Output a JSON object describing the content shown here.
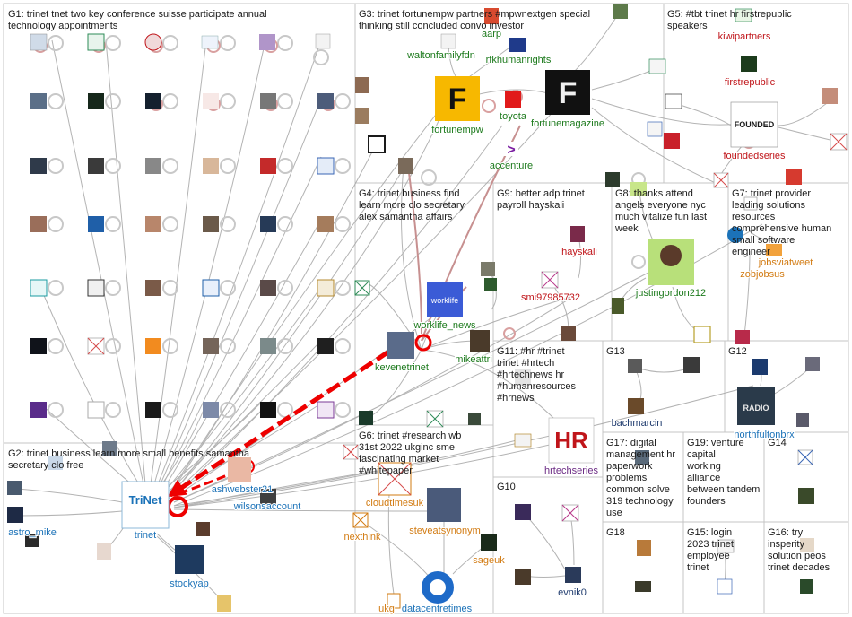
{
  "colors": {
    "edge": "#a6a6a6",
    "strong_edge": "#ee0000",
    "box": "#c4c4c4",
    "label_green": "#1c7a1c",
    "label_blue": "#1b72b8",
    "label_red": "#c0151a",
    "label_orange": "#d27b12",
    "label_purple": "#6b2a84",
    "label_navy": "#1f3b6e"
  },
  "groups": [
    {
      "id": "G1",
      "label": "G1: trinet tnet two key conference suisse participate annual technology appointments"
    },
    {
      "id": "G2",
      "label": "G2: trinet business learn more small benefits samantha secretary clo free"
    },
    {
      "id": "G3",
      "label": "G3: trinet fortunempw partners #mpwnextgen special thinking still concluded convo investor"
    },
    {
      "id": "G4",
      "label": "G4: trinet business find learn more clo secretary alex samantha affairs"
    },
    {
      "id": "G5",
      "label": "G5: #tbt trinet hr firstrepublic speakers"
    },
    {
      "id": "G6",
      "label": "G6: trinet #research wb 31st 2022 ukginc sme fascinating market #whitepaper"
    },
    {
      "id": "G7",
      "label": "G7: trinet provider leading solutions resources comprehensive human small software engineer"
    },
    {
      "id": "G8",
      "label": "G8: thanks attend angels everyone nyc much vitalize fun last week"
    },
    {
      "id": "G9",
      "label": "G9: better adp trinet payroll hayskali"
    },
    {
      "id": "G10",
      "label": "G10"
    },
    {
      "id": "G11",
      "label": "G11: #hr #trinet trinet #hrtech #hrtechnews hr #humanresources #hrnews"
    },
    {
      "id": "G12",
      "label": "G12"
    },
    {
      "id": "G13",
      "label": "G13"
    },
    {
      "id": "G14",
      "label": "G14"
    },
    {
      "id": "G15",
      "label": "G15: login 2023 trinet employee trinet"
    },
    {
      "id": "G16",
      "label": "G16: try insperity solution peos trinet decades"
    },
    {
      "id": "G17",
      "label": "G17: digital management hr paperwork problems common solve 319 technology use"
    },
    {
      "id": "G18",
      "label": "G18"
    },
    {
      "id": "G19",
      "label": "G19: venture capital working alliance between tandem founders"
    }
  ],
  "nodes": [
    {
      "id": "trinet",
      "label": "trinet",
      "color": "label_blue",
      "icon": "trinet-logo"
    },
    {
      "id": "astro_mike",
      "label": "astro_mike",
      "color": "label_blue",
      "icon": "astronaut-photo"
    },
    {
      "id": "stockyap",
      "label": "stockyap",
      "color": "label_blue",
      "icon": "stock-logo"
    },
    {
      "id": "ashwebster21",
      "label": "ashwebster21",
      "color": "label_blue",
      "icon": "avatar-photo"
    },
    {
      "id": "wilsonsaccount",
      "label": "wilsonsaccount",
      "color": "label_blue",
      "icon": "avatar-photo"
    },
    {
      "id": "waltonfamilyfdn",
      "label": "waltonfamilyfdn",
      "color": "label_green",
      "icon": "foundation-logo"
    },
    {
      "id": "rfkhumanrights",
      "label": "rfkhumanrights",
      "color": "label_green",
      "icon": "rfk-logo"
    },
    {
      "id": "aarp",
      "label": "aarp",
      "color": "label_green",
      "icon": "aarp-logo"
    },
    {
      "id": "fortunempw",
      "label": "fortunempw",
      "color": "label_green",
      "icon": "fortune-logo"
    },
    {
      "id": "fortunemagazine",
      "label": "fortunemagazine",
      "color": "label_green",
      "icon": "fortune-logo"
    },
    {
      "id": "toyota",
      "label": "toyota",
      "color": "label_green",
      "icon": "toyota-logo"
    },
    {
      "id": "accenture",
      "label": "accenture",
      "color": "label_green",
      "icon": "accenture-logo"
    },
    {
      "id": "kiwipartners",
      "label": "kiwipartners",
      "color": "label_red",
      "icon": "kiwi-logo"
    },
    {
      "id": "firstrepublic",
      "label": "firstrepublic",
      "color": "label_red",
      "icon": "firstrepublic-logo"
    },
    {
      "id": "foundedseries",
      "label": "foundedseries",
      "color": "label_red",
      "icon": "founded-logo"
    },
    {
      "id": "worklife_news",
      "label": "worklife_news",
      "color": "label_green",
      "icon": "worklife-logo"
    },
    {
      "id": "kevenetrinet",
      "label": "kevenetrinet",
      "color": "label_green",
      "icon": "avatar-photo"
    },
    {
      "id": "mikeattri",
      "label": "mikeattri",
      "color": "label_green",
      "icon": "avatar-photo"
    },
    {
      "id": "hayskali",
      "label": "hayskali",
      "color": "label_red",
      "icon": "avatar-photo"
    },
    {
      "id": "smi97985732",
      "label": "smi97985732",
      "color": "label_red",
      "icon": "broken-image"
    },
    {
      "id": "justingordon212",
      "label": "justingordon212",
      "color": "label_green",
      "icon": "avatar-photo"
    },
    {
      "id": "jobsviatweet",
      "label": "jobsviatweet",
      "color": "label_orange",
      "icon": "jobs-logo"
    },
    {
      "id": "zobjobsus",
      "label": "zobjobsus",
      "color": "label_orange",
      "icon": "jobs-logo"
    },
    {
      "id": "hrtechseries",
      "label": "hrtechseries",
      "color": "label_purple",
      "icon": "hr-logo"
    },
    {
      "id": "bachmarcin",
      "label": "bachmarcin",
      "color": "label_navy",
      "icon": "avatar-photo"
    },
    {
      "id": "northfultonbrx",
      "label": "northfultonbrx",
      "color": "label_blue",
      "icon": "radio-logo"
    },
    {
      "id": "cloudtimesuk",
      "label": "cloudtimesuk",
      "color": "label_orange",
      "icon": "broken-image"
    },
    {
      "id": "nexthink",
      "label": "nexthink",
      "color": "label_orange",
      "icon": "broken-image"
    },
    {
      "id": "steveatsynonym",
      "label": "steveatsynonym",
      "color": "label_orange",
      "icon": "avatar-photo"
    },
    {
      "id": "sageuk",
      "label": "sageuk",
      "color": "label_orange",
      "icon": "sage-logo"
    },
    {
      "id": "ukg",
      "label": "ukg",
      "color": "label_orange",
      "icon": "ukg-logo"
    },
    {
      "id": "datacentretimes",
      "label": "datacentretimes",
      "color": "label_blue",
      "icon": "compass-logo"
    },
    {
      "id": "evnik0",
      "label": "evnik0",
      "color": "label_navy",
      "icon": "avatar-photo"
    }
  ]
}
